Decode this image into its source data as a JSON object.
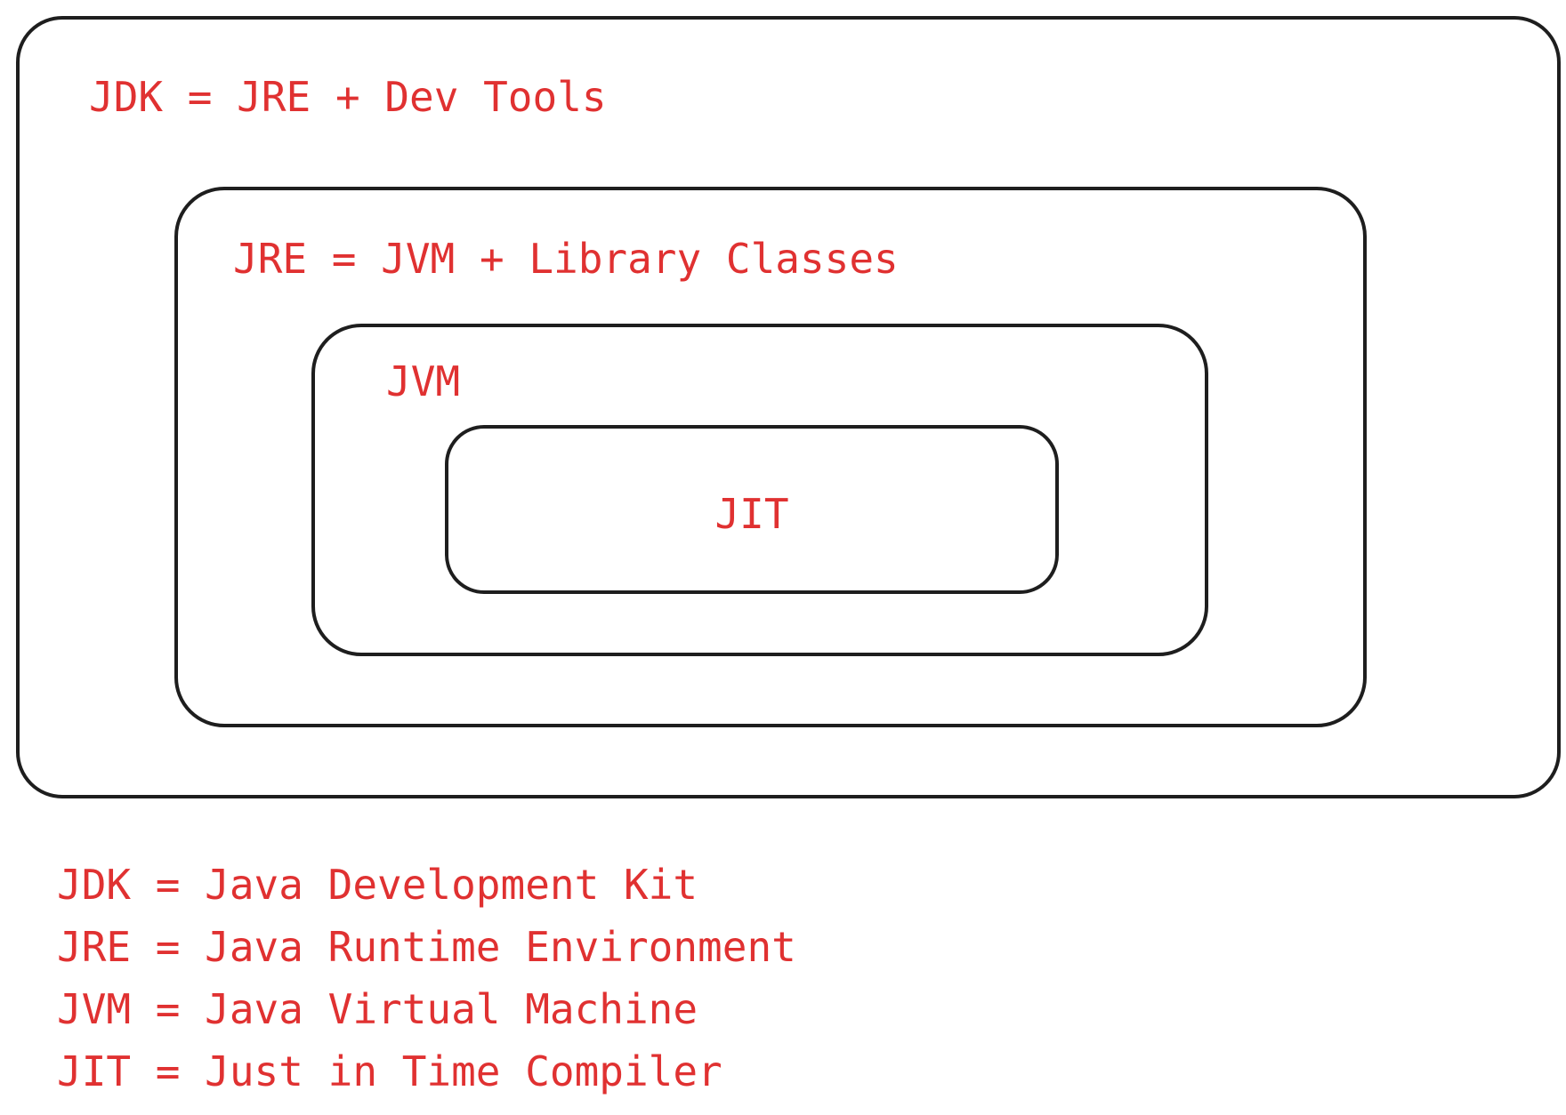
{
  "colors": {
    "stroke": "#1e1e1e",
    "text": "#e03131",
    "background": "#ffffff"
  },
  "diagram": {
    "jdk_label": "JDK = JRE + Dev Tools",
    "jre_label": "JRE = JVM + Library Classes",
    "jvm_label": "JVM",
    "jit_label": "JIT"
  },
  "legend": [
    "JDK = Java Development Kit",
    "JRE = Java Runtime Environment",
    "JVM = Java Virtual Machine",
    "JIT = Just in Time Compiler"
  ]
}
